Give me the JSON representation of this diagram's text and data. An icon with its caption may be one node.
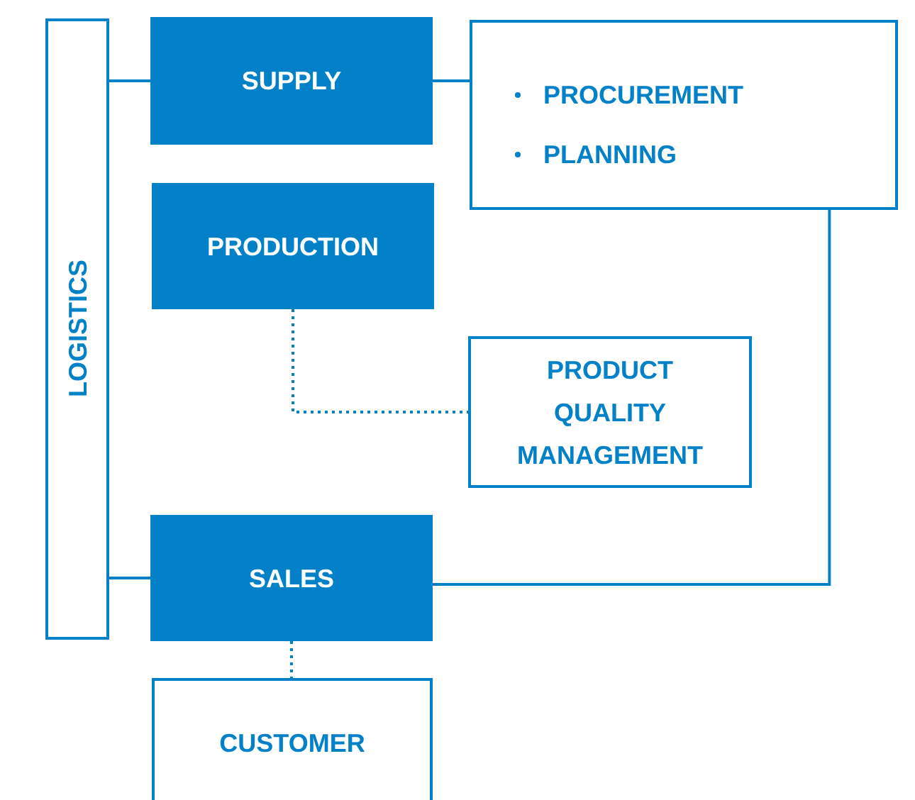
{
  "diagram": {
    "nodes": [
      {
        "text": [
          "LOGISTICS"
        ]
      },
      {
        "text": [
          "SUPPLY"
        ]
      },
      {
        "text": [
          "PROCUREMENT",
          "PLANNING"
        ]
      },
      {
        "text": [
          "PRODUCTION"
        ]
      },
      {
        "text": [
          "PRODUCT QUALITY MANAGEMENT"
        ]
      },
      {
        "text": [
          "SALES"
        ]
      },
      {
        "text": [
          "CUSTOMER"
        ]
      }
    ],
    "edges": [
      {
        "from": 0,
        "to": 1,
        "arrow": "none"
      },
      {
        "from": 1,
        "to": 2,
        "arrow": "none"
      },
      {
        "from": 3,
        "to": 4,
        "arrow": "none",
        "style": "dashed"
      },
      {
        "from": 0,
        "to": 5,
        "arrow": "none"
      },
      {
        "from": 2,
        "to": 5,
        "arrow": "none"
      },
      {
        "from": 5,
        "to": 6,
        "arrow": "none",
        "style": "dashed"
      }
    ]
  }
}
